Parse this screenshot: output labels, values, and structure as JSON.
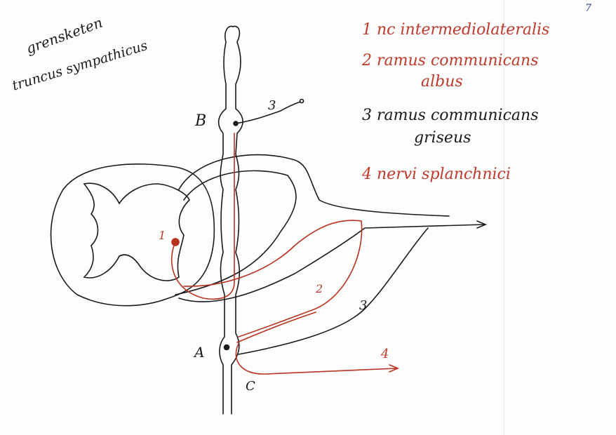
{
  "page_number": "7",
  "title_lines": [
    "grensketen",
    "truncus sympathicus"
  ],
  "legend": [
    {
      "num": "1",
      "text": "nc intermediolateralis",
      "color": "#c0392b"
    },
    {
      "num": "2",
      "text": "ramus communicans",
      "text2": "albus",
      "color": "#c0392b"
    },
    {
      "num": "3",
      "text": "ramus communicans",
      "text2": "griseus",
      "color": "#1a1a1a"
    },
    {
      "num": "4",
      "text": "nervi splanchnici",
      "color": "#c0392b"
    }
  ],
  "diagram_labels": {
    "B": "B",
    "A": "A",
    "C": "C",
    "n1": "1",
    "n2": "2",
    "n3a": "3",
    "n3b": "3",
    "n4": "4"
  },
  "colors": {
    "ink": "#1a1a1a",
    "red": "#b8321f"
  }
}
